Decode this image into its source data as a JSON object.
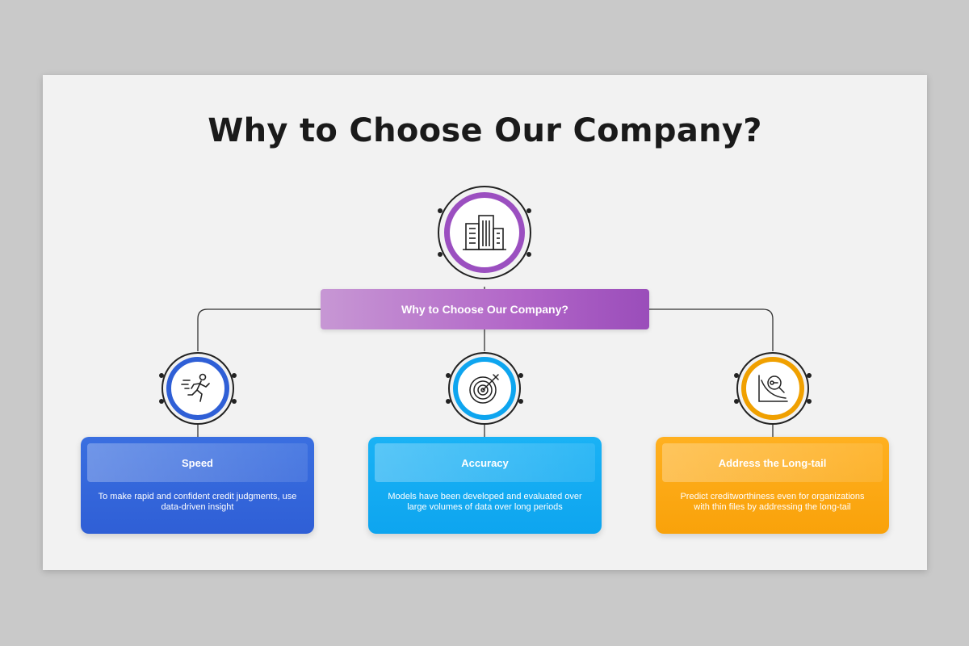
{
  "slide": {
    "title": "Why to Choose Our Company?",
    "center": {
      "label": "Why to Choose Our Company?",
      "icon": "office-buildings-icon",
      "color": "#9b59b6"
    },
    "items": [
      {
        "title": "Speed",
        "description": "To make rapid and confident credit judgments, use data-driven insight",
        "icon": "running-person-icon",
        "color": "#2f5fd6"
      },
      {
        "title": "Accuracy",
        "description": "Models have been developed and evaluated over large volumes of data over long periods",
        "icon": "target-arrow-icon",
        "color": "#0ea5ef"
      },
      {
        "title": "Address the Long-tail",
        "description": "Predict creditworthiness even for organizations with thin files by addressing the long-tail",
        "icon": "chart-magnifier-icon",
        "color": "#f9a20a"
      }
    ]
  }
}
